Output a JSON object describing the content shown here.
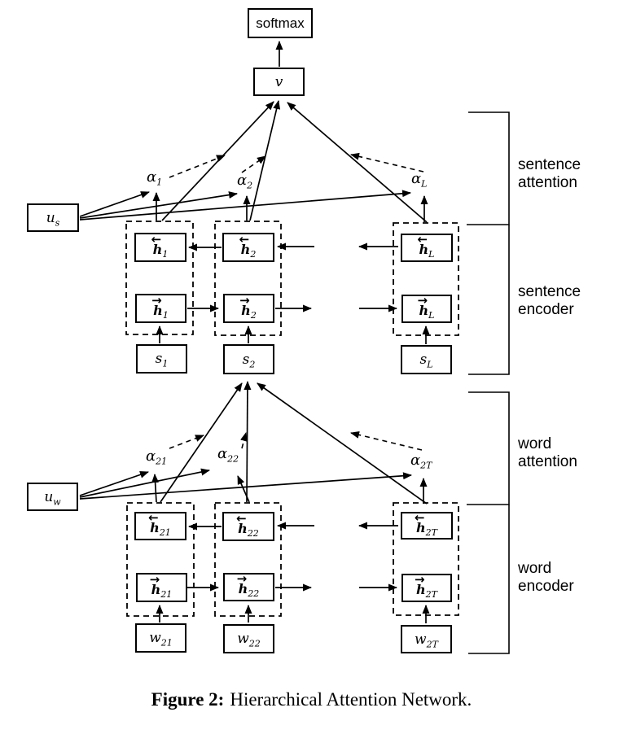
{
  "diagram": {
    "softmax_label": "softmax",
    "v_label": "v",
    "us": {
      "base": "u",
      "sub": "s"
    },
    "uw": {
      "base": "u",
      "sub": "w"
    },
    "sentence": {
      "alphas": [
        {
          "base": "α",
          "sub": "1"
        },
        {
          "base": "α",
          "sub": "2"
        },
        {
          "base": "α",
          "sub": "L"
        }
      ],
      "backward": [
        {
          "arrow": "←",
          "base": "h",
          "sub": "1"
        },
        {
          "arrow": "←",
          "base": "h",
          "sub": "2"
        },
        {
          "arrow": "←",
          "base": "h",
          "sub": "L"
        }
      ],
      "forward": [
        {
          "arrow": "→",
          "base": "h",
          "sub": "1"
        },
        {
          "arrow": "→",
          "base": "h",
          "sub": "2"
        },
        {
          "arrow": "→",
          "base": "h",
          "sub": "L"
        }
      ],
      "inputs": [
        {
          "base": "s",
          "sub": "1"
        },
        {
          "base": "s",
          "sub": "2"
        },
        {
          "base": "s",
          "sub": "L"
        }
      ]
    },
    "word": {
      "alphas": [
        {
          "base": "α",
          "sub": "21"
        },
        {
          "base": "α",
          "sub": "22"
        },
        {
          "base": "α",
          "sub": "2T"
        }
      ],
      "backward": [
        {
          "arrow": "←",
          "base": "h",
          "sub": "21"
        },
        {
          "arrow": "←",
          "base": "h",
          "sub": "22"
        },
        {
          "arrow": "←",
          "base": "h",
          "sub": "2T"
        }
      ],
      "forward": [
        {
          "arrow": "→",
          "base": "h",
          "sub": "21"
        },
        {
          "arrow": "→",
          "base": "h",
          "sub": "22"
        },
        {
          "arrow": "→",
          "base": "h",
          "sub": "2T"
        }
      ],
      "inputs": [
        {
          "base": "w",
          "sub": "21"
        },
        {
          "base": "w",
          "sub": "22"
        },
        {
          "base": "w",
          "sub": "2T"
        }
      ]
    },
    "brackets": {
      "sentence_attention": "sentence\nattention",
      "sentence_encoder": "sentence\nencoder",
      "word_attention": "word\nattention",
      "word_encoder": "word\nencoder"
    },
    "line_color": "#000000",
    "background_color": "#ffffff"
  },
  "caption": {
    "label": "Figure 2:",
    "text": "Hierarchical Attention Network."
  }
}
